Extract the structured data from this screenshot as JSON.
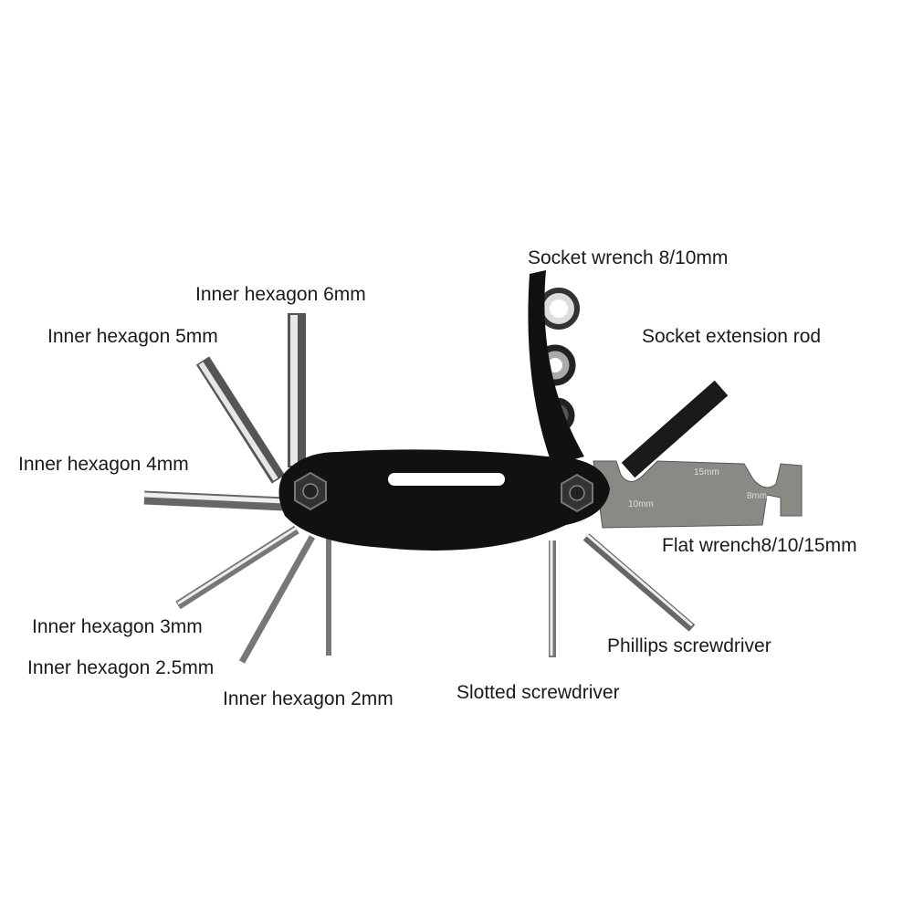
{
  "labels": {
    "socket_wrench": "Socket wrench 8/10mm",
    "hex6": "Inner hexagon 6mm",
    "hex5": "Inner hexagon 5mm",
    "extension_rod": "Socket extension rod",
    "hex4": "Inner hexagon 4mm",
    "flat_wrench": "Flat wrench8/10/15mm",
    "hex3": "Inner hexagon 3mm",
    "phillips": "Phillips screwdriver",
    "hex25": "Inner hexagon 2.5mm",
    "slotted": "Slotted screwdriver",
    "hex2": "Inner hexagon 2mm"
  },
  "wrench_markings": {
    "m15": "15mm",
    "m10": "10mm",
    "m8": "8mm"
  },
  "colors": {
    "body": "#111111",
    "steel": "#c8c8c8",
    "wrench": "#8a8a85"
  }
}
